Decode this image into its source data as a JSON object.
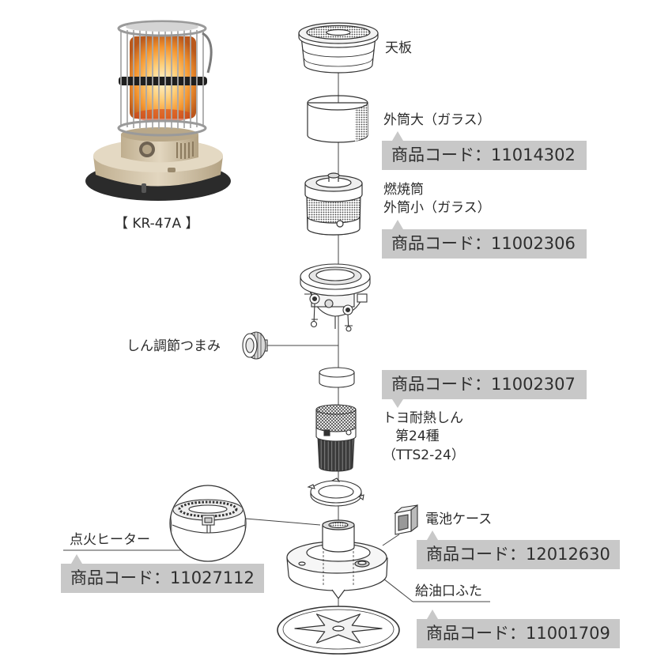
{
  "caption": {
    "model": "【 KR-47A 】"
  },
  "parts": {
    "top_plate": {
      "label": "天板"
    },
    "outer_cylinder_large": {
      "label": "外筒大（ガラス）",
      "code": "商品コード：11014302"
    },
    "combustion_cylinder": {
      "label_line1": "燃焼筒",
      "label_line2": "外筒小（ガラス）",
      "code": "商品コード：11002306"
    },
    "wick_adjust_knob": {
      "label": "しん調節つまみ"
    },
    "wick": {
      "code": "商品コード：11002307",
      "label_line1": "トヨ耐熱しん",
      "label_line2": "第24種",
      "label_line3": "（TTS2-24）"
    },
    "battery_case": {
      "label": "電池ケース",
      "code": "商品コード：12012630"
    },
    "igniter_heater": {
      "label": "点火ヒーター",
      "code": "商品コード：11027112"
    },
    "fuel_cap": {
      "label": "給油口ふた",
      "code": "商品コード：11001709"
    }
  },
  "colors": {
    "code_box": "#c8c8c8",
    "text": "#2b2b2b",
    "line": "#444444",
    "heater_base": "#d9cbb0",
    "flame": "#f39a36"
  }
}
